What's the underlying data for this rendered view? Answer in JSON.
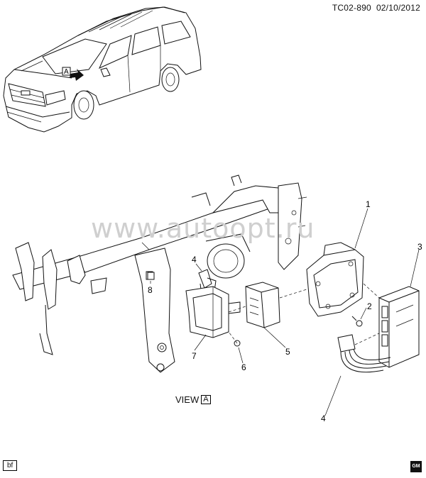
{
  "header": {
    "code": "TC02-890",
    "date": "02/10/2012"
  },
  "watermark": "www.autoopt.ru",
  "view_label": {
    "text": "VIEW",
    "ref": "A"
  },
  "vehicle_ref": "A",
  "callouts": [
    {
      "id": "c1",
      "label": "1"
    },
    {
      "id": "c2",
      "label": "2"
    },
    {
      "id": "c3",
      "label": "3"
    },
    {
      "id": "c4a",
      "label": "4"
    },
    {
      "id": "c4b",
      "label": "4"
    },
    {
      "id": "c5",
      "label": "5"
    },
    {
      "id": "c6",
      "label": "6"
    },
    {
      "id": "c7",
      "label": "7"
    },
    {
      "id": "c8",
      "label": "8"
    }
  ],
  "footer": {
    "initials": "bf",
    "logo_text": "GM"
  },
  "icons": [
    "gm-logo-icon",
    "view-arrow-icon"
  ]
}
